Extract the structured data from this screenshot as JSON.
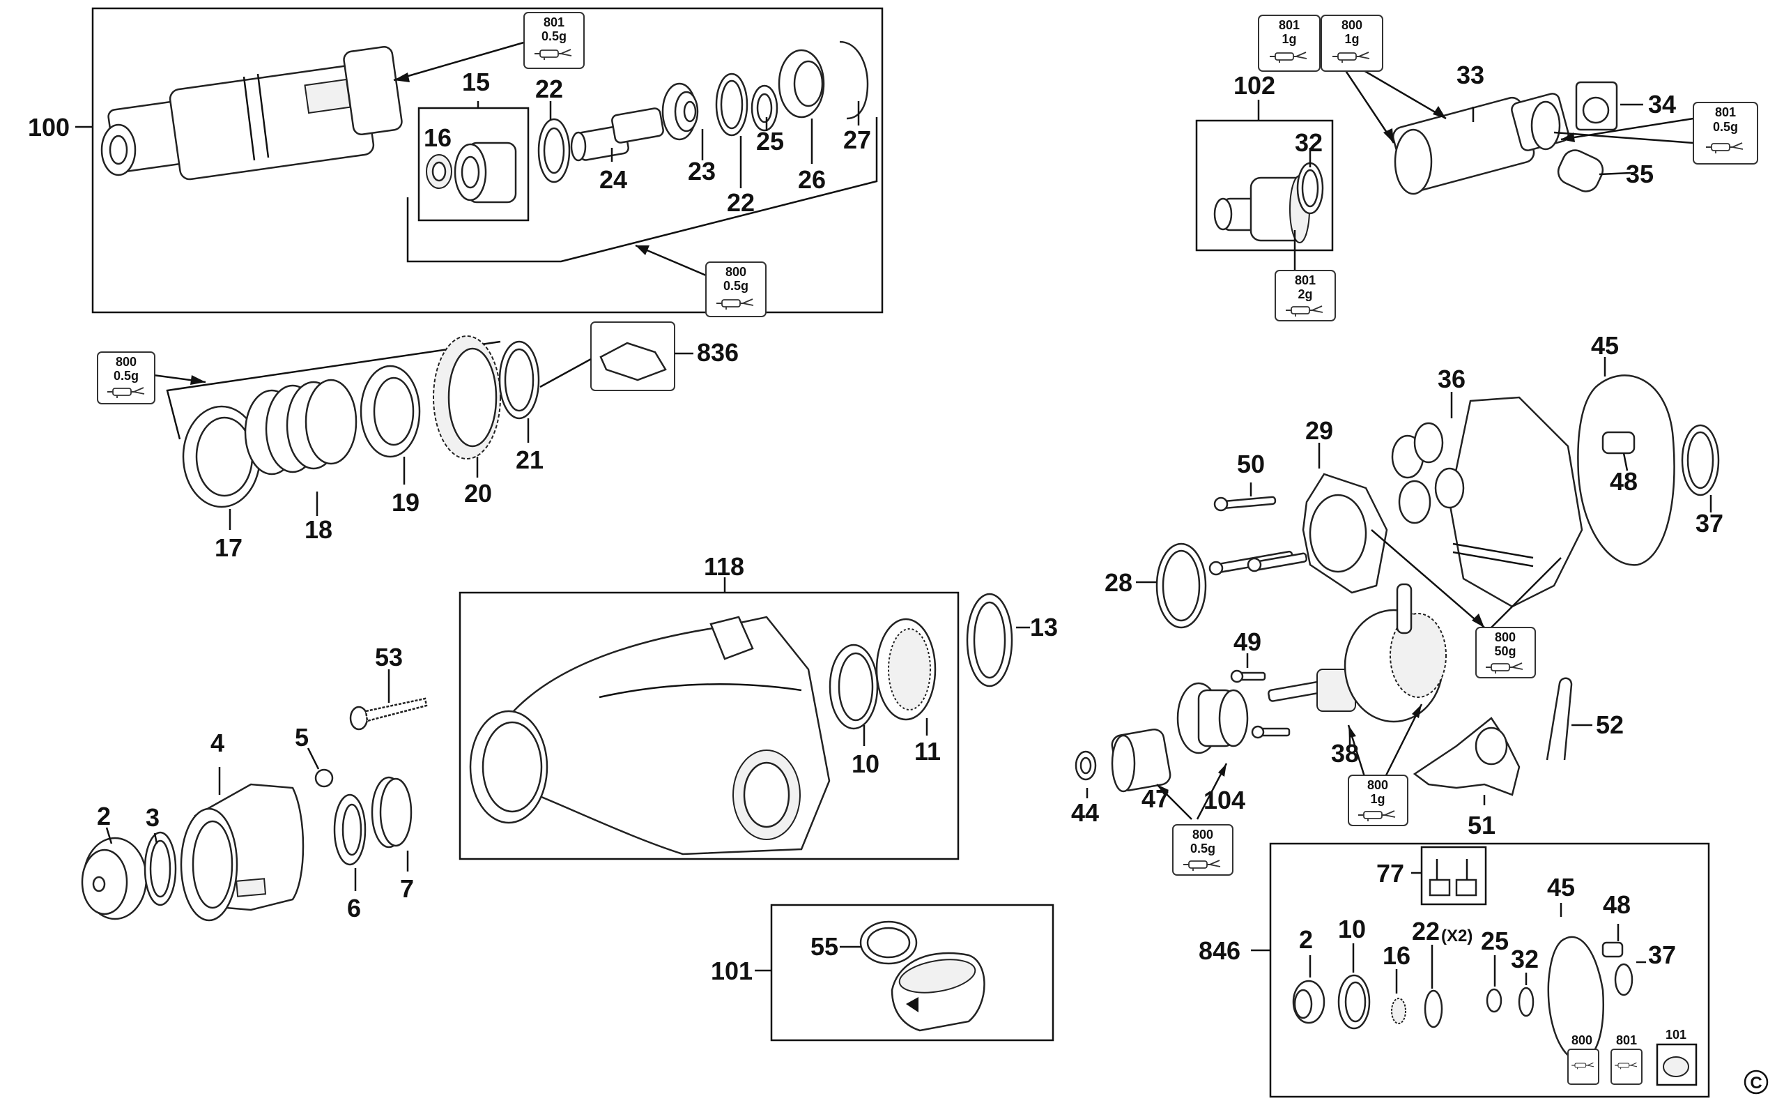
{
  "labels": {
    "p100": "100",
    "p15": "15",
    "p16": "16",
    "p22a": "22",
    "p24": "24",
    "p23": "23",
    "p22b": "22",
    "p25a": "25",
    "p26": "26",
    "p27": "27",
    "p102": "102",
    "p32a": "32",
    "p33": "33",
    "p34": "34",
    "p35": "35",
    "p836": "836",
    "p17": "17",
    "p18": "18",
    "p19": "19",
    "p20": "20",
    "p21": "21",
    "p45a": "45",
    "p36": "36",
    "p29": "29",
    "p50": "50",
    "p48a": "48",
    "p37a": "37",
    "p28": "28",
    "p118": "118",
    "p13": "13",
    "p10a": "10",
    "p11": "11",
    "p53": "53",
    "p4": "4",
    "p5": "5",
    "p2a": "2",
    "p3": "3",
    "p6": "6",
    "p7": "7",
    "p49": "49",
    "p52": "52",
    "p38": "38",
    "p44": "44",
    "p47": "47",
    "p104": "104",
    "p51": "51",
    "p77": "77",
    "p101a": "101",
    "p55": "55",
    "p846": "846",
    "p2b": "2",
    "p10b": "10",
    "p16b": "16",
    "p22c": "22",
    "p22c_qty": "(X2)",
    "p25b": "25",
    "p32b": "32",
    "p45b": "45",
    "p48b": "48",
    "p37b": "37"
  },
  "grease_tags": {
    "g1": {
      "code": "801",
      "qty": "0.5g"
    },
    "g2": {
      "code": "800",
      "qty": "0.5g"
    },
    "g3": {
      "code": "801",
      "qty": "1g"
    },
    "g4": {
      "code": "800",
      "qty": "1g"
    },
    "g5": {
      "code": "801",
      "qty": "0.5g"
    },
    "g6": {
      "code": "801",
      "qty": "2g"
    },
    "g7": {
      "code": "800",
      "qty": "0.5g"
    },
    "g8": {
      "code": "800",
      "qty": "50g"
    },
    "g9": {
      "code": "800",
      "qty": "1g"
    },
    "g10": {
      "code": "800",
      "qty": "0.5g"
    }
  },
  "kit_tags": {
    "k800": "800",
    "k801": "801",
    "k101": "101"
  },
  "copyright": "C",
  "icons": [
    "grease-gun-icon",
    "copyright-icon"
  ]
}
